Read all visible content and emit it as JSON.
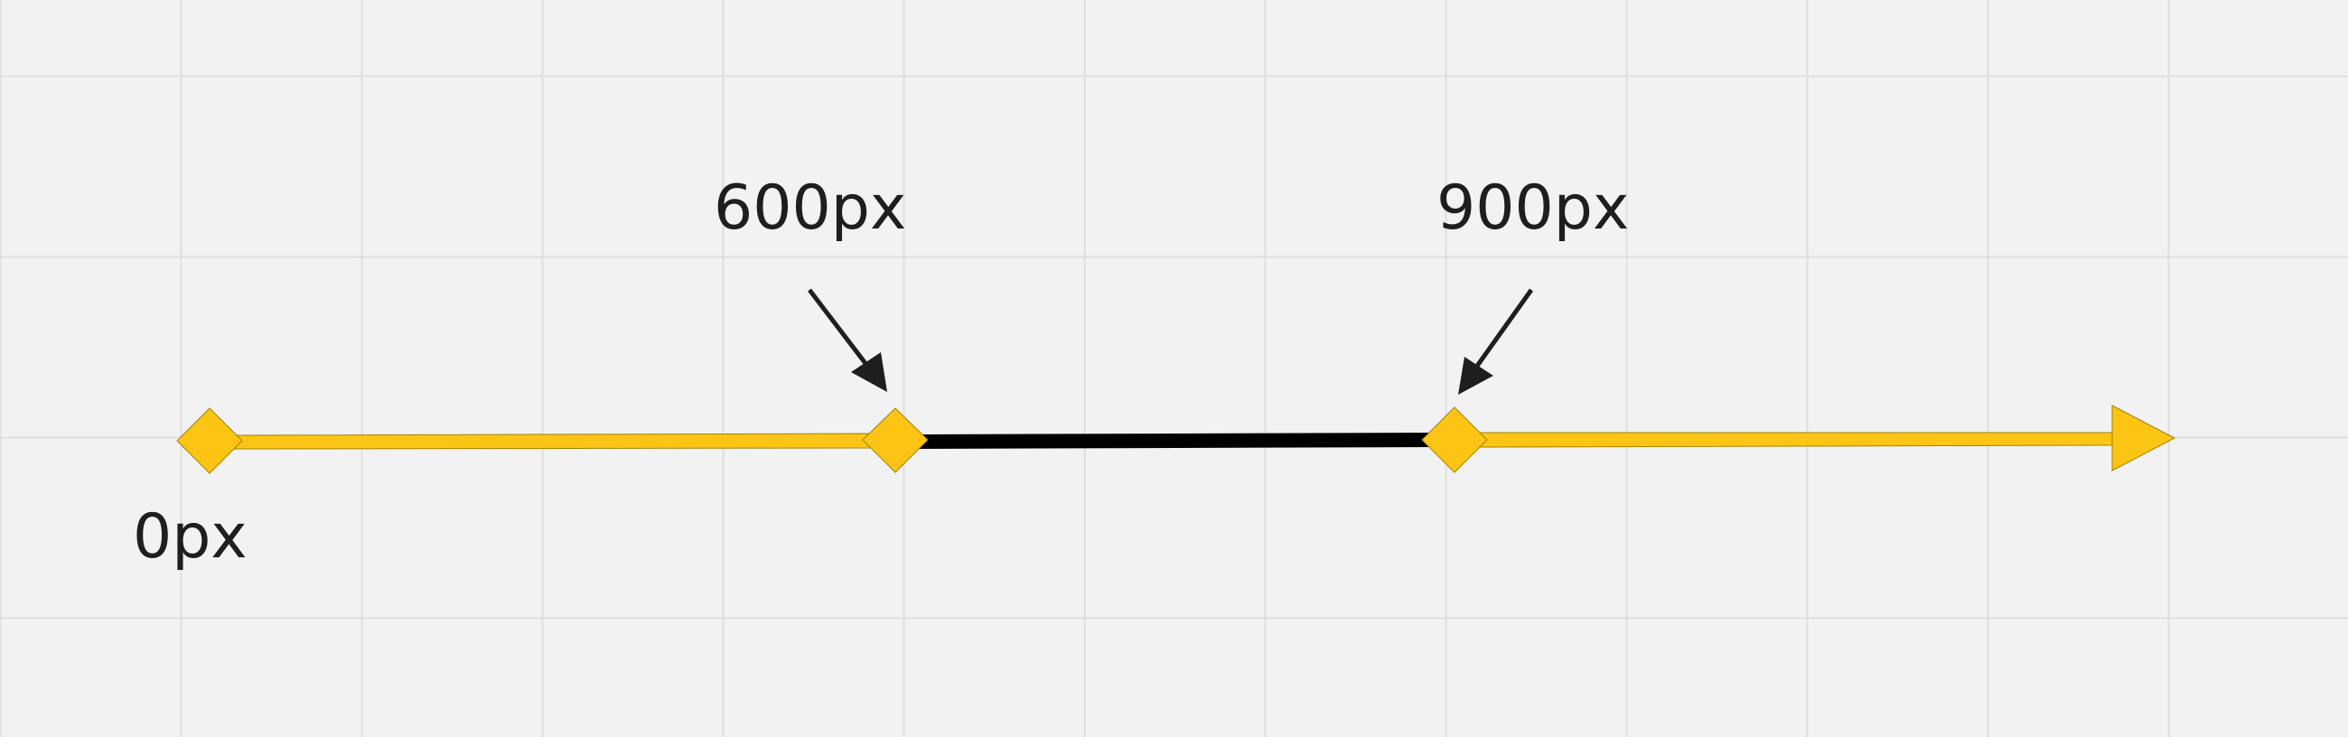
{
  "labels": {
    "start": "0px",
    "mid": "600px",
    "end": "900px"
  },
  "colors": {
    "background": "#f2f2f2",
    "grid": "#dedede",
    "accent": "#fcc515",
    "accent_stroke": "#a38200",
    "line_dark": "#000000",
    "text": "#1e1e1e"
  }
}
